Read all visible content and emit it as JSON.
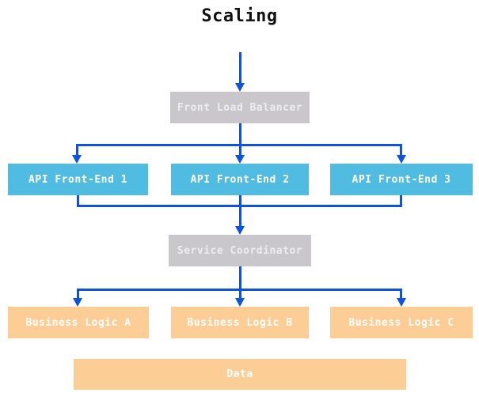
{
  "title": "Scaling",
  "colors": {
    "background": "#ffffff",
    "title-text": "#111111",
    "arrow": "#0e52de",
    "node-gray": "#cac7cc",
    "node-cyan": "#50bce2",
    "node-orange": "#fccd95",
    "node-text": "#ffffff",
    "gray-node-text": "#eeecf0"
  },
  "nodes": {
    "load_balancer": "Front Load Balancer",
    "api_front_ends": [
      "API Front-End 1",
      "API Front-End 2",
      "API Front-End 3"
    ],
    "coordinator": "Service Coordinator",
    "business_logic": [
      "Business Logic A",
      "Business Logic B",
      "Business Logic C"
    ],
    "data_store": "Data"
  }
}
